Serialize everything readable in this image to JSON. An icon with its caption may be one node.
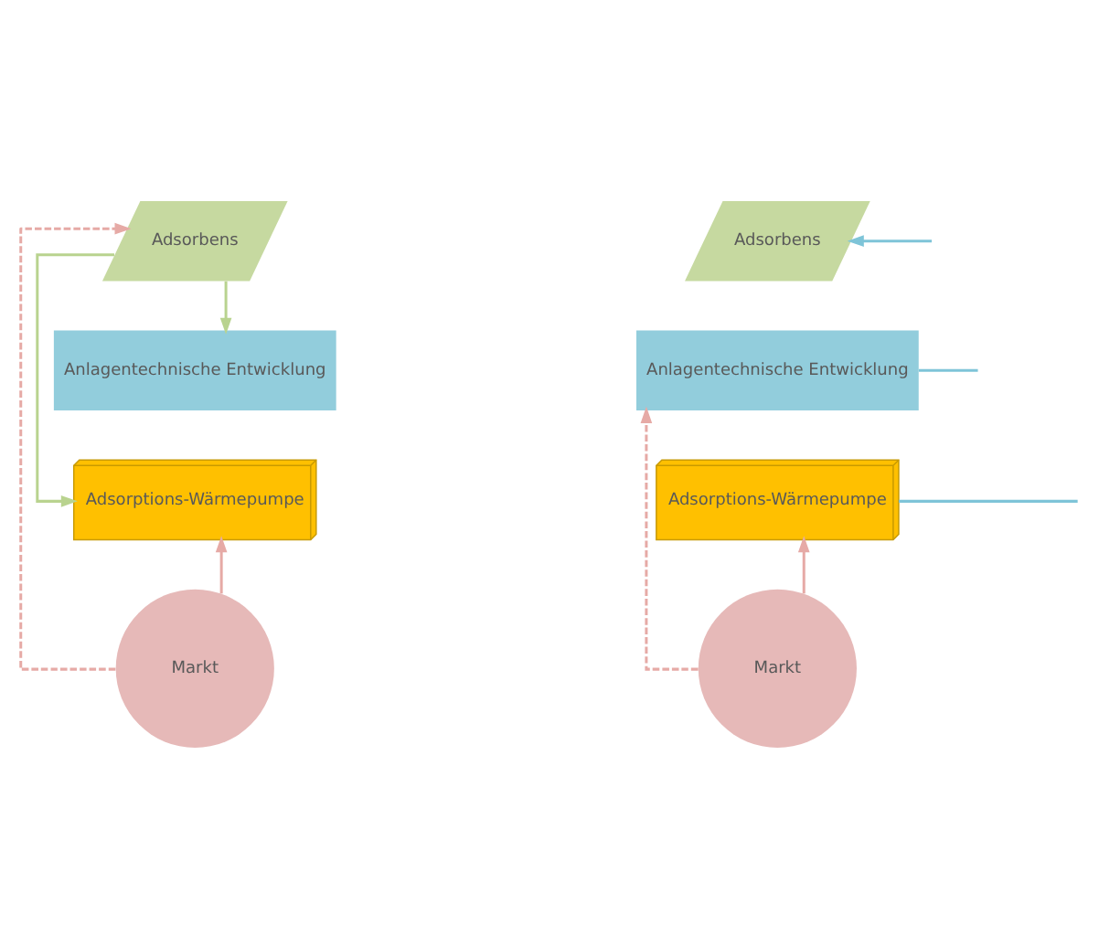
{
  "diagram": {
    "nodes": [
      {
        "text": [
          "Adsorbens"
        ]
      },
      {
        "text": [
          "Anlagentechnische Entwicklung"
        ]
      },
      {
        "text": [
          "Adsorptions-Wärmepumpe"
        ]
      },
      {
        "text": [
          "Markt"
        ]
      },
      {
        "text": [
          "Adsorbens"
        ]
      },
      {
        "text": [
          "Anlagentechnische Entwicklung"
        ]
      },
      {
        "text": [
          "Adsorptions-Wärmepumpe"
        ]
      },
      {
        "text": [
          "Markt"
        ]
      }
    ],
    "edges": [
      {
        "from": 0,
        "to": 1,
        "arrow": "to",
        "color": "#b9d38f"
      },
      {
        "from": 0,
        "to": 2,
        "arrow": "to",
        "color": "#b9d38f"
      },
      {
        "from": 3,
        "to": 2,
        "arrow": "to",
        "color": "#e6aaa6"
      },
      {
        "from": 3,
        "to": 0,
        "arrow": "to",
        "style": "dashed",
        "color": "#e6aaa6"
      },
      {
        "from": null,
        "to": 4,
        "arrow": "to",
        "color": "#7ec4d8"
      },
      {
        "from": 5,
        "to": null,
        "arrow": "none",
        "color": "#7ec4d8"
      },
      {
        "from": 6,
        "to": null,
        "arrow": "none",
        "color": "#7ec4d8"
      },
      {
        "from": 7,
        "to": 6,
        "arrow": "to",
        "color": "#e6aaa6"
      },
      {
        "from": 7,
        "to": 5,
        "arrow": "to",
        "style": "dashed",
        "color": "#e6aaa6"
      }
    ]
  }
}
